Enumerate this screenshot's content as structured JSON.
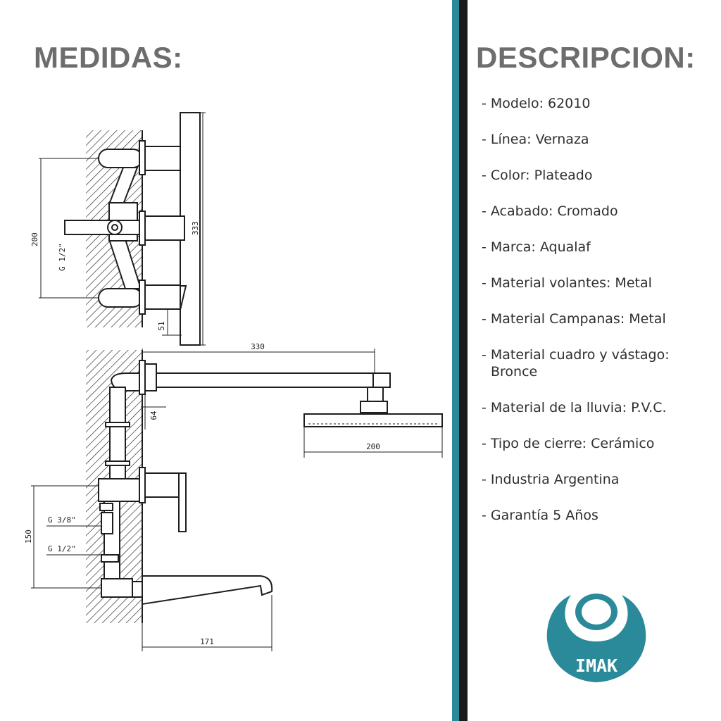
{
  "left_title": "MEDIDAS:",
  "right_title": "DESCRIPCION:",
  "dimensions": {
    "d200": "200",
    "d333": "333",
    "g12_top": "G 1/2\"",
    "d51": "51",
    "d330": "330",
    "d64": "64",
    "d200_shower": "200",
    "d150": "150",
    "g38": "G 3/8\"",
    "g12_bottom": "G 1/2\"",
    "d171": "171"
  },
  "specs": [
    "- Modelo: 62010",
    "- Línea: Vernaza",
    "- Color: Plateado",
    "- Acabado: Cromado",
    "- Marca: Aqualaf",
    "- Material volantes: Metal",
    "- Material Campanas: Metal",
    "- Material cuadro y vástago: Bronce",
    "- Material de la lluvia: P.V.C.",
    "- Tipo de cierre: Cerámico",
    "- Industria Argentina",
    "- Garantía 5 Años"
  ],
  "logo": {
    "text": "IMAK",
    "color": "#2a8a99"
  },
  "colors": {
    "heading": "#6d6d6d",
    "accent": "#2a8a99",
    "divider_dark": "#1b1b1b"
  }
}
